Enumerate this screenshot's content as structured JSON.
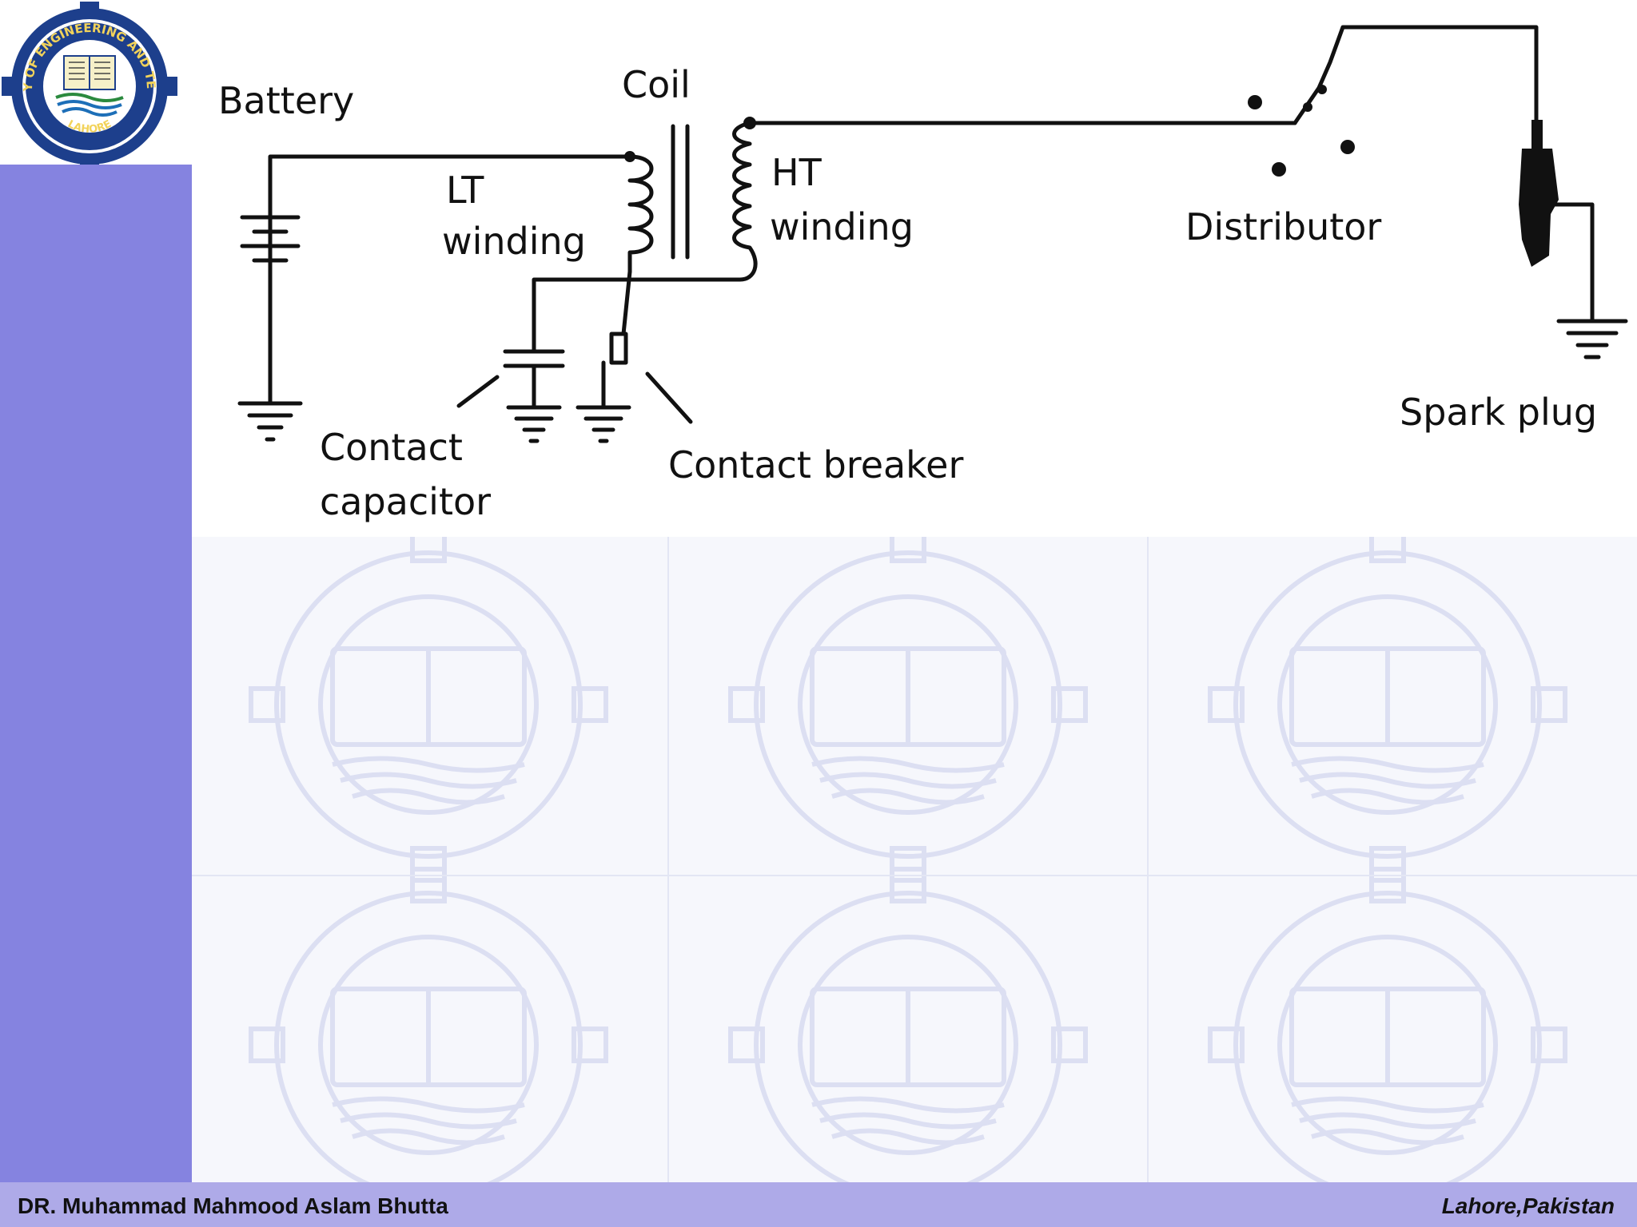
{
  "logo": {
    "ring_text": "UNIVERSITY OF ENGINEERING AND TECHNOLOGY",
    "city_text": "LAHORE"
  },
  "diagram": {
    "labels": {
      "battery": "Battery",
      "coil": "Coil",
      "lt_line1": "LT",
      "lt_line2": "winding",
      "ht_line1": "HT",
      "ht_line2": "winding",
      "distributor": "Distributor",
      "spark_plug": "Spark plug",
      "contact_line1": "Contact",
      "contact_line2": "capacitor",
      "contact_breaker": "Contact breaker"
    }
  },
  "footer": {
    "author": "DR. Muhammad Mahmood Aslam Bhutta",
    "location": "Lahore,Pakistan"
  },
  "colors": {
    "sidebar": "#8583e0",
    "footer": "#aeaae8",
    "watermark": "#d8dcf0"
  }
}
